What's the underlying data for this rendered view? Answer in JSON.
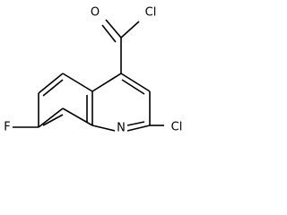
{
  "molecule": {
    "atoms": {
      "oxygen": "O",
      "acyl_chlorine": "Cl",
      "ring_chlorine": "Cl",
      "fluorine": "F",
      "ring_nitrogen": "N"
    }
  }
}
